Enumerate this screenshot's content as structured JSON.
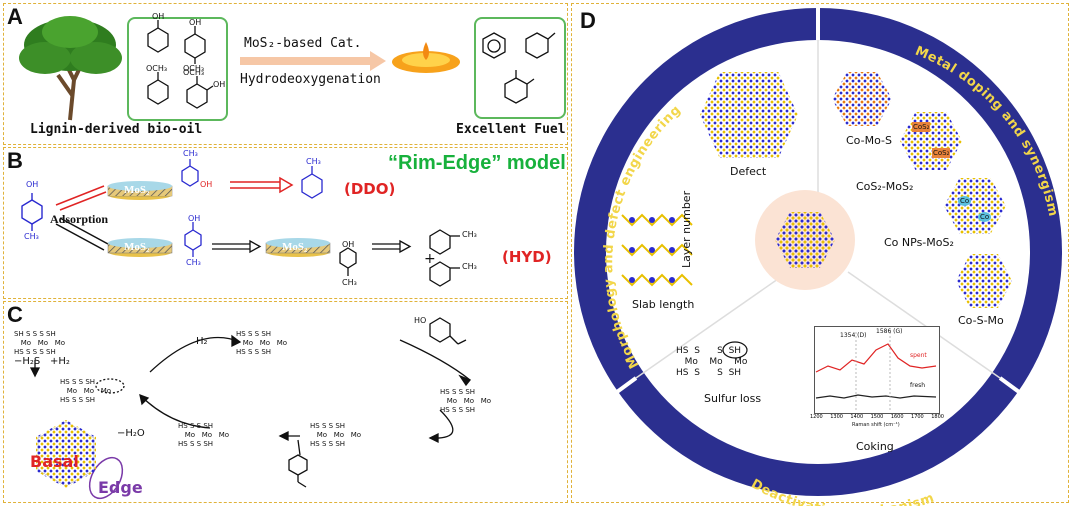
{
  "panelA": {
    "label": "A",
    "arrow_top": "MoS₂-based Cat.",
    "arrow_bottom": "Hydrodeoxygenation",
    "left_caption": "Lignin-derived bio-oil",
    "right_caption": "Excellent Fuel"
  },
  "panelB": {
    "label": "B",
    "model_title": "“Rim-Edge” model",
    "ddo": "(DDO)",
    "hyd": "(HYD)",
    "adsorption": "Adsorption",
    "slab_text": "MoS₂",
    "ch3": "CH₃",
    "oh": "OH",
    "plus": "+"
  },
  "panelC": {
    "label": "C",
    "h2": "H₂",
    "minus_h2s": "−H₂S",
    "plus_h2": "+H₂",
    "minus_h2o": "−H₂O",
    "basal": "Basal",
    "edge": "Edge",
    "mo": "Mo",
    "s": "S",
    "sh": "SH",
    "hs": "HS",
    "ho": "HO"
  },
  "panelD": {
    "label": "D",
    "sector_left": "Morphology and defect engineering",
    "sector_right": "Metal doping and synergism",
    "sector_bottom": "Deactivation mechanism",
    "defect": "Defect",
    "layer_number": "Layer number",
    "slab_length": "Slab length",
    "co_mo_s": "Co-Mo-S",
    "cos2_mos2": "CoS₂-MoS₂",
    "co_nps": "Co NPs-MoS₂",
    "co_s_mo": "Co-S-Mo",
    "sulfur_loss": "Sulfur loss",
    "coking": "Coking",
    "cos2_tag": "CoS₂",
    "co_tag": "Co",
    "raman": {
      "peak_d": "1354 (D)",
      "peak_g": "1586 (G)",
      "spent": "spent",
      "fresh": "fresh",
      "xlabel": "Raman shift (cm⁻¹)",
      "xticks": [
        "1200",
        "1300",
        "1400",
        "1500",
        "1600",
        "1700",
        "1800"
      ]
    }
  }
}
